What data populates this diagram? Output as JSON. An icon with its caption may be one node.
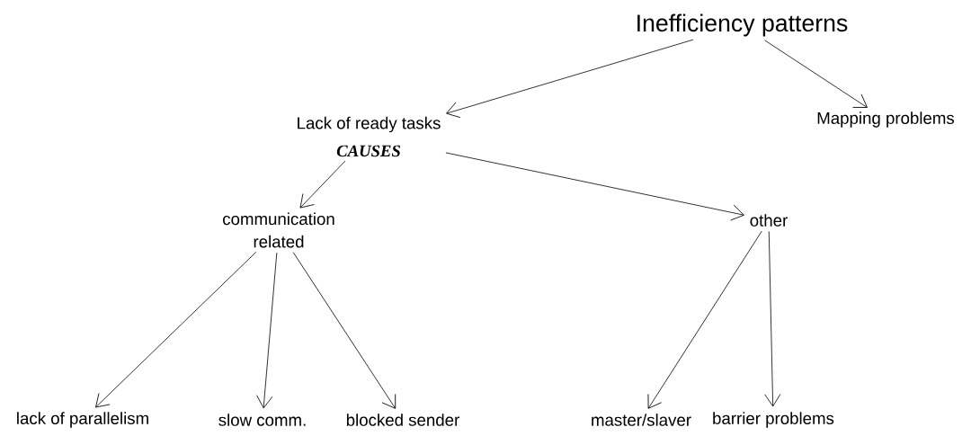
{
  "diagram": {
    "nodes": [
      {
        "text": [
          "Inefficiency patterns"
        ]
      },
      {
        "text": [
          "Lack of ready tasks",
          "CAUSES"
        ]
      },
      {
        "text": [
          "Mapping problems"
        ]
      },
      {
        "text": [
          "communication related"
        ]
      },
      {
        "text": [
          "other"
        ]
      },
      {
        "text": [
          "lack of parallelism"
        ]
      },
      {
        "text": [
          "slow comm."
        ]
      },
      {
        "text": [
          "blocked sender"
        ]
      },
      {
        "text": [
          "master/slaver"
        ]
      },
      {
        "text": [
          "barrier problems"
        ]
      }
    ],
    "edges": [
      {
        "from": 0,
        "to": 1,
        "arrow": "to"
      },
      {
        "from": 0,
        "to": 2,
        "arrow": "to"
      },
      {
        "from": 1,
        "to": 3,
        "arrow": "to"
      },
      {
        "from": 1,
        "to": 4,
        "arrow": "to"
      },
      {
        "from": 3,
        "to": 5,
        "arrow": "to"
      },
      {
        "from": 3,
        "to": 6,
        "arrow": "to"
      },
      {
        "from": 3,
        "to": 7,
        "arrow": "to"
      },
      {
        "from": 4,
        "to": 8,
        "arrow": "to"
      },
      {
        "from": 4,
        "to": 9,
        "arrow": "to"
      }
    ]
  }
}
